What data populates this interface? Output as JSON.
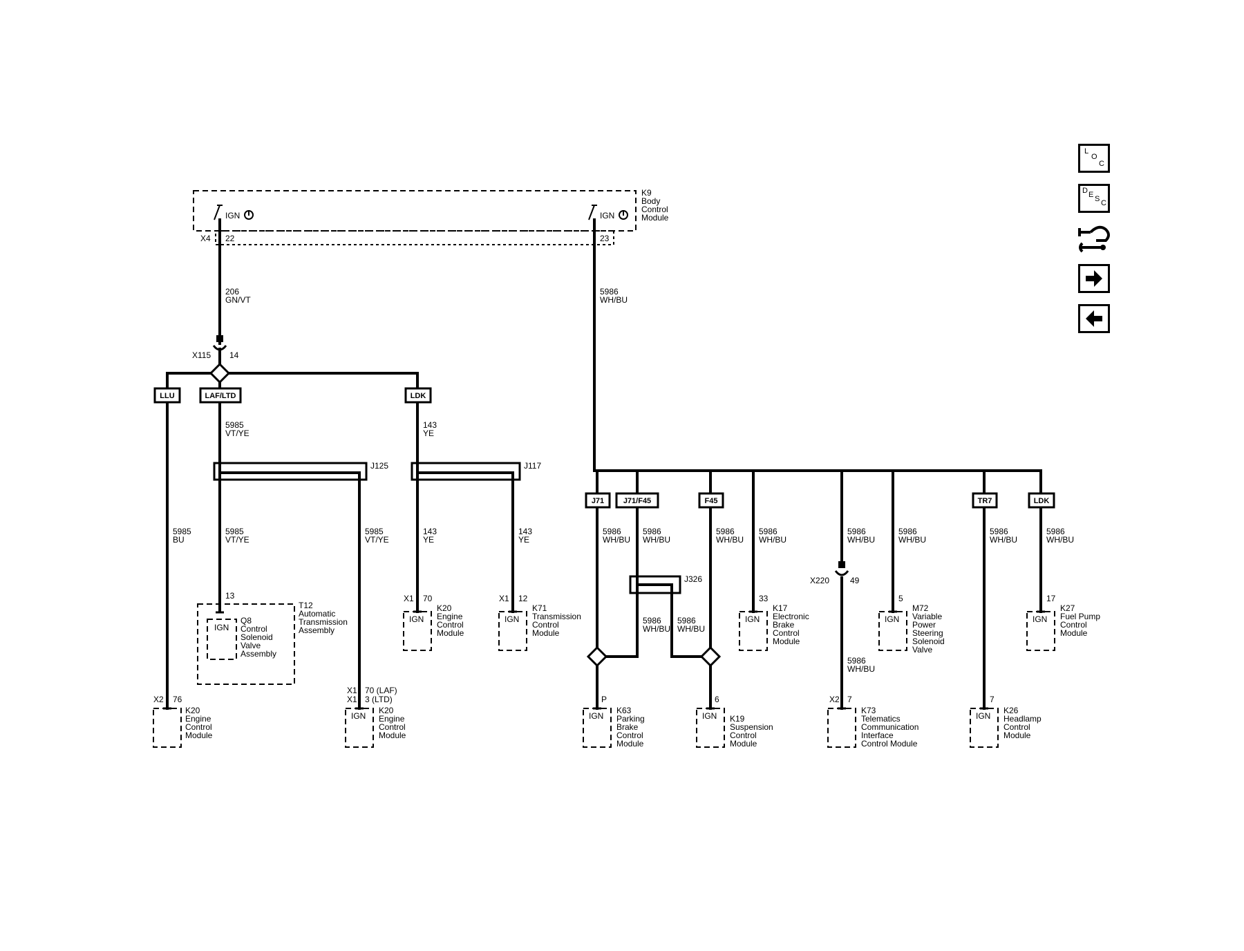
{
  "bcm": {
    "ref": "K9",
    "name": [
      "Body",
      "Control",
      "Module"
    ],
    "ign": "IGN",
    "conn": "X4",
    "pin_left": "22",
    "pin_right": "23"
  },
  "wire_left_top": {
    "circuit": "206",
    "color": "GN/VT"
  },
  "wire_right_top": {
    "circuit": "5986",
    "color": "WH/BU"
  },
  "inline": {
    "ref": "X115",
    "pin": "14"
  },
  "options": {
    "llu": "LLU",
    "laf_ltd": "LAF/LTD",
    "ldk": "LDK",
    "j71": "J71",
    "j71_f45": "J71/F45",
    "f45": "F45",
    "tr7": "TR7",
    "ldk2": "LDK"
  },
  "wire_5985_vtye": {
    "circuit": "5985",
    "color": "VT/YE"
  },
  "wire_5985_bu": {
    "circuit": "5985",
    "color": "BU"
  },
  "wire_143_ye": {
    "circuit": "143",
    "color": "YE"
  },
  "splices": {
    "j125": "J125",
    "j117": "J117",
    "j326": "J326"
  },
  "t12": {
    "pin": "13",
    "ref": "T12",
    "name": [
      "Automatic",
      "Transmission",
      "Assembly"
    ],
    "sub_ref": "Q8",
    "sub_name": [
      "Control",
      "Solenoid",
      "Valve",
      "Assembly"
    ],
    "ign": "IGN"
  },
  "k20_bu": {
    "conn": "X2",
    "pin": "76",
    "ref": "K20",
    "name": [
      "Engine",
      "Control",
      "Module"
    ]
  },
  "k20_laf": {
    "conn1": "X1",
    "pin1": "70 (LAF)",
    "conn2": "X1",
    "pin2": "3 (LTD)",
    "ref": "K20",
    "name": [
      "Engine",
      "Control",
      "Module"
    ],
    "ign": "IGN"
  },
  "k20_ldk": {
    "conn": "X1",
    "pin": "70",
    "ref": "K20",
    "name": [
      "Engine",
      "Control",
      "Module"
    ],
    "ign": "IGN"
  },
  "k71": {
    "conn": "X1",
    "pin": "12",
    "ref": "K71",
    "name": [
      "Transmission",
      "Control",
      "Module"
    ],
    "ign": "IGN"
  },
  "k63": {
    "pin": "P",
    "ref": "K63",
    "name": [
      "Parking",
      "Brake",
      "Control",
      "Module"
    ],
    "ign": "IGN"
  },
  "k19": {
    "pin": "6",
    "ref": "K19",
    "name": [
      "Suspension",
      "Control",
      "Module"
    ],
    "ign": "IGN"
  },
  "k17": {
    "pin": "33",
    "ref": "K17",
    "name": [
      "Electronic",
      "Brake",
      "Control",
      "Module"
    ],
    "ign": "IGN"
  },
  "x220": {
    "ref": "X220",
    "pin": "49"
  },
  "k73": {
    "conn": "X2",
    "pin": "7",
    "ref": "K73",
    "name": [
      "Telematics",
      "Communication",
      "Interface",
      "Control Module"
    ]
  },
  "m72": {
    "pin": "5",
    "ref": "M72",
    "name": [
      "Variable",
      "Power",
      "Steering",
      "Solenoid",
      "Valve"
    ],
    "ign": "IGN"
  },
  "k26": {
    "pin": "7",
    "ref": "K26",
    "name": [
      "Headlamp",
      "Control",
      "Module"
    ],
    "ign": "IGN"
  },
  "k27": {
    "pin": "17",
    "ref": "K27",
    "name": [
      "Fuel Pump",
      "Control",
      "Module"
    ],
    "ign": "IGN"
  },
  "nav": {
    "loc": [
      "L",
      "O",
      "C"
    ],
    "desc": [
      "D",
      "E",
      "S",
      "C"
    ]
  }
}
